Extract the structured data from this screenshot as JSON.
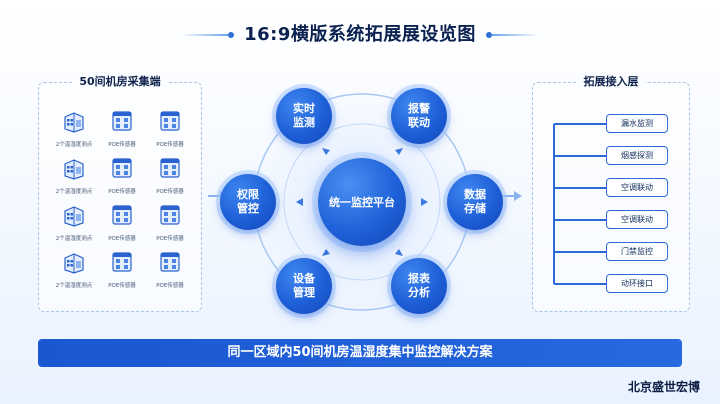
{
  "title": "16:9横版系统拓展展设览图",
  "left_panel": {
    "title": "50间机房采集端",
    "sensors": [
      {
        "label": "2个温湿度测点",
        "icon": "building-icon"
      },
      {
        "label": "POE传感器",
        "icon": "window-grid-icon"
      },
      {
        "label": "POE传感器",
        "icon": "window-grid-icon"
      },
      {
        "label": "2个温湿度测点",
        "icon": "building-icon"
      },
      {
        "label": "POE传感器",
        "icon": "window-grid-icon"
      },
      {
        "label": "POE传感器",
        "icon": "window-grid-icon"
      },
      {
        "label": "2个温湿度测点",
        "icon": "building-icon"
      },
      {
        "label": "POE传感器",
        "icon": "window-grid-icon"
      },
      {
        "label": "POE传感器",
        "icon": "window-grid-icon"
      },
      {
        "label": "2个温湿度测点",
        "icon": "building-icon"
      },
      {
        "label": "POE传感器",
        "icon": "window-grid-icon"
      },
      {
        "label": "POE传感器",
        "icon": "window-grid-icon"
      }
    ]
  },
  "hub": {
    "center": "统一监控平台",
    "nodes": {
      "realtime": "实时监测",
      "alarm": "报警联动",
      "storage": "数据存储",
      "report": "报表分析",
      "device": "设备管理",
      "permission": "权限管控"
    }
  },
  "right_panel": {
    "title": "拓展接入层",
    "items": [
      "漏水监测",
      "烟感探测",
      "空调联动",
      "空调联动",
      "门禁监控",
      "动环接口"
    ]
  },
  "banner": "同一区域内50间机房温湿度集中监控解决方案",
  "brand": "北京盛世宏博",
  "colors": {
    "accent": "#1d5fd7",
    "dark": "#0b2250"
  }
}
